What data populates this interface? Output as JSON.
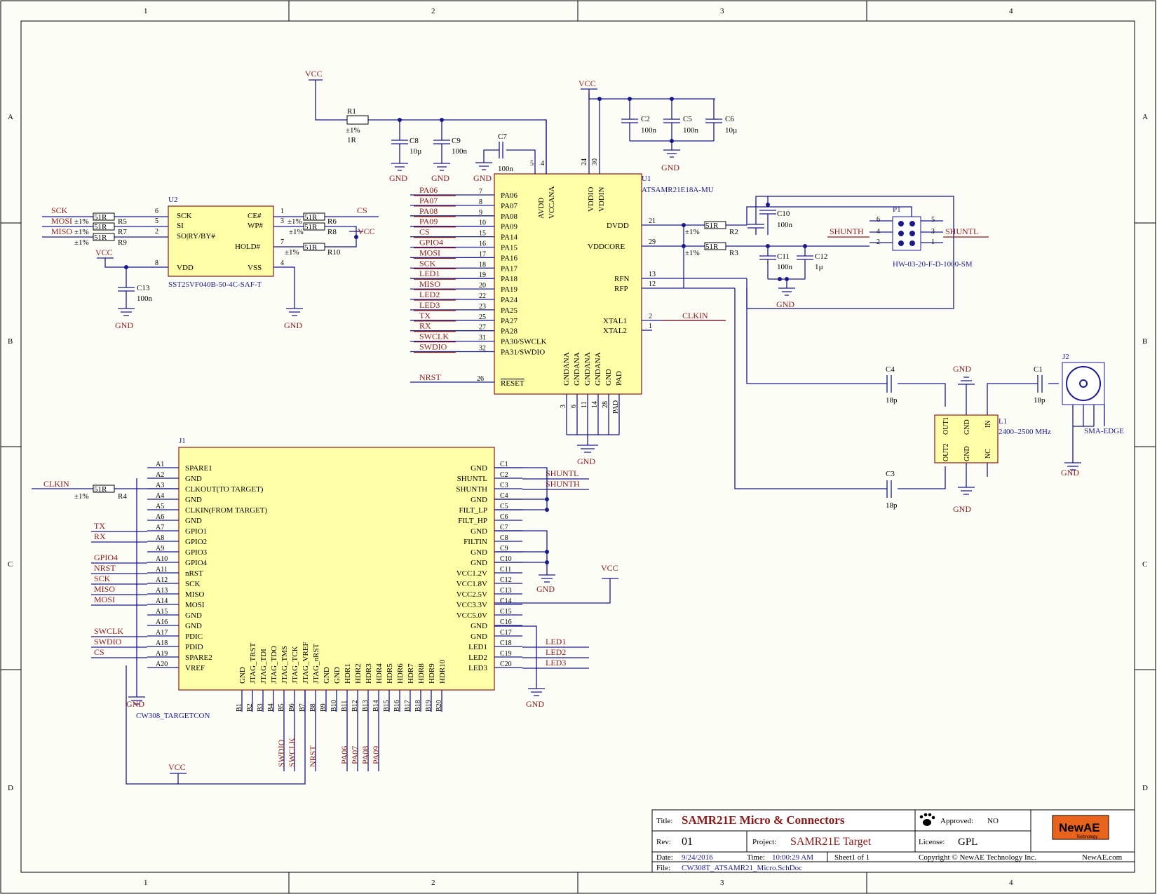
{
  "frame": {
    "cols": [
      "1",
      "2",
      "3",
      "4"
    ],
    "rows": [
      "A",
      "B",
      "C",
      "D"
    ]
  },
  "nets": {
    "vcc": "VCC",
    "gnd": "GND",
    "sck": "SCK",
    "mosi": "MOSI",
    "miso": "MISO",
    "cs": "CS",
    "clkin": "CLKIN",
    "shunth": "SHUNTH",
    "shuntl": "SHUNTL",
    "swdio": "SWDIO",
    "swclk": "SWCLK",
    "nrst": "NRST",
    "pa06": "PA06",
    "pa07": "PA07",
    "pa08": "PA08",
    "pa09": "PA09"
  },
  "u1": {
    "ref": "U1",
    "part": "ATSAMR21E18A-MU",
    "left_pins": [
      {
        "net": "PA06",
        "name": "PA06",
        "num": "7"
      },
      {
        "net": "PA07",
        "name": "PA07",
        "num": "8"
      },
      {
        "net": "PA08",
        "name": "PA08",
        "num": "9"
      },
      {
        "net": "PA09",
        "name": "PA09",
        "num": "10"
      },
      {
        "net": "CS",
        "name": "PA14",
        "num": "15"
      },
      {
        "net": "GPIO4",
        "name": "PA15",
        "num": "16"
      },
      {
        "net": "MOSI",
        "name": "PA16",
        "num": "17"
      },
      {
        "net": "SCK",
        "name": "PA17",
        "num": "18"
      },
      {
        "net": "LED1",
        "name": "PA18",
        "num": "19"
      },
      {
        "net": "MISO",
        "name": "PA19",
        "num": "20"
      },
      {
        "net": "LED2",
        "name": "PA24",
        "num": "22"
      },
      {
        "net": "LED3",
        "name": "PA25",
        "num": "23"
      },
      {
        "net": "TX",
        "name": "PA27",
        "num": "25"
      },
      {
        "net": "RX",
        "name": "PA28",
        "num": "27"
      },
      {
        "net": "SWCLK",
        "name": "PA30/SWCLK",
        "num": "31"
      },
      {
        "net": "SWDIO",
        "name": "PA31/SWDIO",
        "num": "32"
      }
    ],
    "reset": {
      "net": "NRST",
      "name": "RESET",
      "num": "26"
    },
    "top_pins": [
      "AVDD",
      "VCCANA",
      "VDDIO",
      "VDDIN"
    ],
    "top_nums": [
      "5",
      "4",
      "24",
      "30"
    ],
    "right_pins": [
      "DVDD",
      "VDDCORE",
      "RFN",
      "RFP",
      "XTAL1",
      "XTAL2"
    ],
    "right_nums": [
      "21",
      "29",
      "13",
      "12",
      "2",
      "1"
    ],
    "bottom_pins": [
      "GNDANA",
      "GNDANA",
      "GNDANA",
      "GNDANA",
      "GND",
      "PAD"
    ],
    "bottom_nums": [
      "3",
      "6",
      "11",
      "14",
      "28",
      "PAD"
    ]
  },
  "u2": {
    "ref": "U2",
    "part": "SST25VF040B-50-4C-SAF-T",
    "left_pins": [
      "SCK",
      "SI",
      "SO|RY/BY#",
      "VDD"
    ],
    "left_nums": [
      "6",
      "5",
      "2",
      "8"
    ],
    "right_pins": [
      "CE#",
      "WP#",
      "HOLD#",
      "VSS"
    ],
    "right_nums": [
      "1",
      "3",
      "7",
      "4"
    ]
  },
  "p1": {
    "ref": "P1",
    "part": "HW-03-20-F-D-1000-SM",
    "pins": [
      "6",
      "4",
      "2",
      "5",
      "3",
      "1"
    ]
  },
  "l1": {
    "ref": "L1",
    "part": "2400–2500 MHz",
    "pins": [
      "OUT1",
      "GND",
      "IN",
      "OUT2",
      "GND",
      "NC"
    ]
  },
  "j2": {
    "ref": "J2",
    "part": "SMA-EDGE"
  },
  "passives": {
    "r1": {
      "ref": "R1",
      "tol": "±1%",
      "value": "1R"
    },
    "r2": {
      "ref": "R2",
      "tol": "±1%",
      "value": "51R"
    },
    "r3": {
      "ref": "R3",
      "tol": "±1%",
      "value": "51R"
    },
    "r4": {
      "ref": "R4",
      "tol": "±1%",
      "value": "51R"
    },
    "r5": {
      "ref": "R5",
      "tol": "±1%",
      "value": "51R"
    },
    "r6": {
      "ref": "R6",
      "tol": "±1%",
      "value": "51R"
    },
    "r7": {
      "ref": "R7",
      "tol": "±1%",
      "value": "51R"
    },
    "r8": {
      "ref": "R8",
      "tol": "±1%",
      "value": "51R"
    },
    "r9": {
      "ref": "R9",
      "tol": "±1%",
      "value": "51R"
    },
    "r10": {
      "ref": "R10",
      "tol": "±1%",
      "value": "51R"
    },
    "c1": {
      "ref": "C1",
      "value": "18p"
    },
    "c2": {
      "ref": "C2",
      "value": "100n"
    },
    "c3": {
      "ref": "C3",
      "value": "18p"
    },
    "c4": {
      "ref": "C4",
      "value": "18p"
    },
    "c5": {
      "ref": "C5",
      "value": "100n"
    },
    "c6": {
      "ref": "C6",
      "value": "10µ"
    },
    "c7": {
      "ref": "C7",
      "value": "100n"
    },
    "c8": {
      "ref": "C8",
      "value": "10µ"
    },
    "c9": {
      "ref": "C9",
      "value": "100n"
    },
    "c10": {
      "ref": "C10",
      "value": "100n"
    },
    "c11": {
      "ref": "C11",
      "value": "100n"
    },
    "c12": {
      "ref": "C12",
      "value": "1µ"
    },
    "c13": {
      "ref": "C13",
      "value": "100n"
    }
  },
  "j1": {
    "ref": "J1",
    "part": "CW308_TARGETCON",
    "left_pins": [
      {
        "num": "A1",
        "name": "SPARE1",
        "net": ""
      },
      {
        "num": "A2",
        "name": "GND",
        "net": ""
      },
      {
        "num": "A3",
        "name": "CLKOUT(TO TARGET)",
        "net": ""
      },
      {
        "num": "A4",
        "name": "GND",
        "net": ""
      },
      {
        "num": "A5",
        "name": "CLKIN(FROM TARGET)",
        "net": ""
      },
      {
        "num": "A6",
        "name": "GND",
        "net": ""
      },
      {
        "num": "A7",
        "name": "GPIO1",
        "net": "TX"
      },
      {
        "num": "A8",
        "name": "GPIO2",
        "net": "RX"
      },
      {
        "num": "A9",
        "name": "GPIO3",
        "net": ""
      },
      {
        "num": "A10",
        "name": "GPIO4",
        "net": "GPIO4"
      },
      {
        "num": "A11",
        "name": "nRST",
        "net": "NRST"
      },
      {
        "num": "A12",
        "name": "SCK",
        "net": "SCK"
      },
      {
        "num": "A13",
        "name": "MISO",
        "net": "MISO"
      },
      {
        "num": "A14",
        "name": "MOSI",
        "net": "MOSI"
      },
      {
        "num": "A15",
        "name": "GND",
        "net": ""
      },
      {
        "num": "A16",
        "name": "GND",
        "net": ""
      },
      {
        "num": "A17",
        "name": "PDIC",
        "net": "SWCLK"
      },
      {
        "num": "A18",
        "name": "PDID",
        "net": "SWDIO"
      },
      {
        "num": "A19",
        "name": "SPARE2",
        "net": "CS"
      },
      {
        "num": "A20",
        "name": "VREF",
        "net": ""
      }
    ],
    "right_pins": [
      {
        "num": "C1",
        "name": "GND",
        "net": ""
      },
      {
        "num": "C2",
        "name": "SHUNTL",
        "net": "SHUNTL"
      },
      {
        "num": "C3",
        "name": "SHUNTH",
        "net": "SHUNTH"
      },
      {
        "num": "C4",
        "name": "GND",
        "net": ""
      },
      {
        "num": "C5",
        "name": "FILT_LP",
        "net": ""
      },
      {
        "num": "C6",
        "name": "FILT_HP",
        "net": ""
      },
      {
        "num": "C7",
        "name": "GND",
        "net": ""
      },
      {
        "num": "C8",
        "name": "FILTIN",
        "net": ""
      },
      {
        "num": "C9",
        "name": "GND",
        "net": ""
      },
      {
        "num": "C10",
        "name": "GND",
        "net": ""
      },
      {
        "num": "C11",
        "name": "VCC1.2V",
        "net": ""
      },
      {
        "num": "C12",
        "name": "VCC1.8V",
        "net": ""
      },
      {
        "num": "C13",
        "name": "VCC2.5V",
        "net": ""
      },
      {
        "num": "C14",
        "name": "VCC3.3V",
        "net": ""
      },
      {
        "num": "C15",
        "name": "VCC5.0V",
        "net": ""
      },
      {
        "num": "C16",
        "name": "GND",
        "net": ""
      },
      {
        "num": "C17",
        "name": "GND",
        "net": ""
      },
      {
        "num": "C18",
        "name": "LED1",
        "net": "LED1"
      },
      {
        "num": "C19",
        "name": "LED2",
        "net": "LED2"
      },
      {
        "num": "C20",
        "name": "LED3",
        "net": "LED3"
      }
    ],
    "bottom_pins": [
      {
        "num": "B1",
        "name": "GND"
      },
      {
        "num": "B2",
        "name": "JTAG_TRST"
      },
      {
        "num": "B3",
        "name": "JTAG_TDI"
      },
      {
        "num": "B4",
        "name": "JTAG_TDO"
      },
      {
        "num": "B5",
        "name": "JTAG_TMS"
      },
      {
        "num": "B6",
        "name": "JTAG_TCK"
      },
      {
        "num": "B7",
        "name": "JTAG_VREF"
      },
      {
        "num": "B8",
        "name": "JTAG_nRST"
      },
      {
        "num": "B9",
        "name": "GND"
      },
      {
        "num": "B10",
        "name": "GND"
      },
      {
        "num": "B11",
        "name": "HDR1"
      },
      {
        "num": "B12",
        "name": "HDR2"
      },
      {
        "num": "B13",
        "name": "HDR3"
      },
      {
        "num": "B14",
        "name": "HDR4"
      },
      {
        "num": "B15",
        "name": "HDR5"
      },
      {
        "num": "B16",
        "name": "HDR6"
      },
      {
        "num": "B17",
        "name": "HDR7"
      },
      {
        "num": "B18",
        "name": "HDR8"
      },
      {
        "num": "B19",
        "name": "HDR9"
      },
      {
        "num": "B20",
        "name": "HDR10"
      }
    ]
  },
  "title_block": {
    "title_label": "Title:",
    "title": "SAMR21E Micro & Connectors",
    "rev_label": "Rev:",
    "rev": "01",
    "project_label": "Project:",
    "project": "SAMR21E Target",
    "license_label": "License:",
    "license": "GPL",
    "approved_label": "Approved:",
    "approved": "NO",
    "logo_text": "NewAE",
    "logo_sub": "Technology",
    "date_label": "Date:",
    "date": "9/24/2016",
    "time_label": "Time:",
    "time": "10:00:29 AM",
    "sheet": "Sheet1  of  1",
    "copyright": "Copyright © NewAE Technology Inc.",
    "website": "NewAE.com",
    "file_label": "File:",
    "file": "CW308T_ATSAMR21_Micro.SchDoc"
  }
}
